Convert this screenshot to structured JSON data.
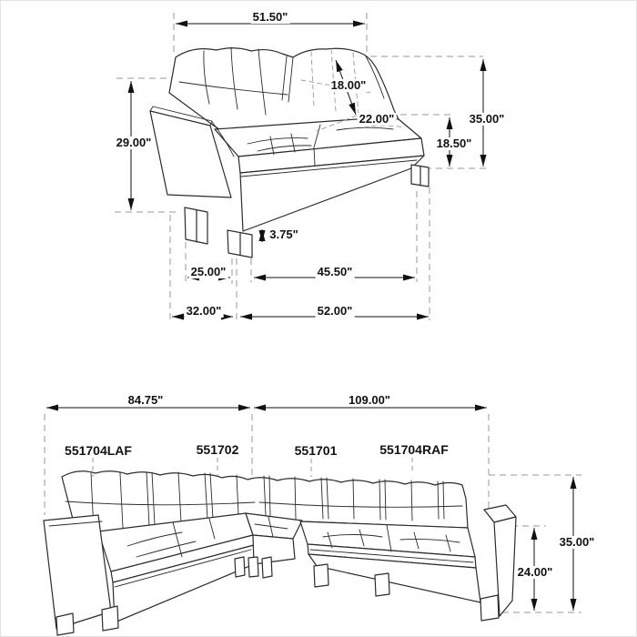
{
  "page": {
    "background": "#ffffff",
    "line_color": "#2b2b2b",
    "dimension_color": "#111111",
    "dash_color": "#999999",
    "description": "furniture dimension sheet with loveseat section drawing and sectional sofa drawing"
  },
  "top_diagram": {
    "name": "laf-loveseat-section-dimensions",
    "dims": {
      "back_width": "51.50\"",
      "back_cushion_length": "18.00\"",
      "seat_depth": "22.00\"",
      "overall_height": "35.00\"",
      "seat_height": "18.50\"",
      "arm_height": "29.00\"",
      "leg_height": "3.75\"",
      "front_left_span": "25.00\"",
      "seat_span": "45.50\"",
      "arm_span": "32.00\"",
      "base_span": "52.00\""
    }
  },
  "bottom_diagram": {
    "name": "sectional-sofa-dimensions",
    "dims": {
      "left_section_width": "84.75\"",
      "right_section_width": "109.00\"",
      "overall_height": "35.00\"",
      "arm_height": "24.00\""
    },
    "parts": {
      "laf": "551704LAF",
      "corner": "551702",
      "armless": "551701",
      "raf": "551704RAF"
    }
  }
}
